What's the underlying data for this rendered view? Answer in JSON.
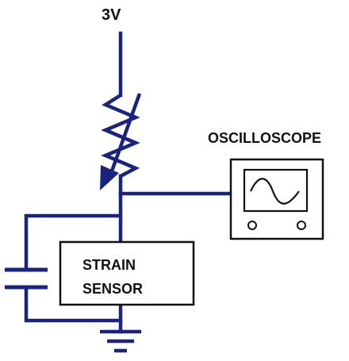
{
  "supply_label": "3V",
  "oscilloscope_label": "OSCILLOSCOPE",
  "sensor_label_line1": "STRAIN",
  "sensor_label_line2": "SENSOR",
  "colors": {
    "wire": "#1a237e",
    "outline": "#111111",
    "background": "#ffffff"
  }
}
